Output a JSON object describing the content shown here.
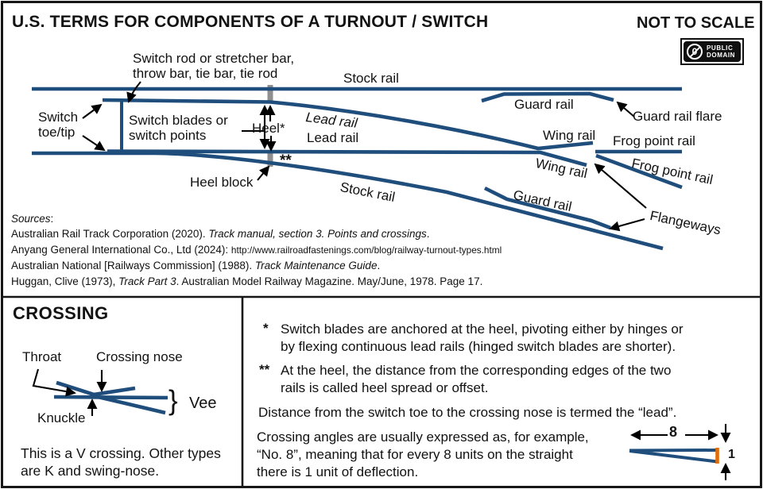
{
  "header": {
    "title": "U.S. TERMS FOR COMPONENTS OF A TURNOUT / SWITCH",
    "scale_note": "NOT TO SCALE",
    "badge": {
      "symbol": "0",
      "line1": "PUBLIC",
      "line2": "DOMAIN"
    }
  },
  "colors": {
    "rail": "#1f4e7c",
    "heel_block": "#8f8f8f",
    "deflection_unit": "#e36c09",
    "arrow": "#000000"
  },
  "turnout": {
    "labels": {
      "switch_rod": "Switch rod or stretcher bar,\nthrow bar, tie bar, tie rod",
      "stock_rail_top": "Stock rail",
      "switch_toe": "Switch\ntoe/tip",
      "switch_blades": "Switch blades or\nswitch points",
      "heel": "Heel*",
      "lead_rail_diverging": "Lead rail",
      "lead_rail_straight": "Lead rail",
      "heel_block": "Heel block",
      "heel_spread_marker": "**",
      "stock_rail_diverging": "Stock rail",
      "guard_rail_top": "Guard rail",
      "guard_rail_flare": "Guard rail flare",
      "wing_rail_upper": "Wing rail",
      "frog_point_rail_upper": "Frog point rail",
      "wing_rail_lower": "Wing rail",
      "frog_point_rail_lower": "Frog point rail",
      "guard_rail_lower": "Guard rail",
      "flangeways": "Flangeways"
    }
  },
  "sources": {
    "heading": "Sources",
    "heading_colon": ":",
    "line1": {
      "pre": "Australian Rail Track Corporation (2020). ",
      "em": "Track manual, section 3. Points and crossings",
      "post": "."
    },
    "line2": {
      "pre": "Anyang General International Co., Ltd (2024): ",
      "url": "http://www.railroadfastenings.com/blog/railway-turnout-types.html"
    },
    "line3": {
      "pre": "Australian National [Railways Commission] (1988). ",
      "em": "Track Maintenance Guide",
      "post": "."
    },
    "line4": {
      "pre": "Huggan, Clive (1973), ",
      "em": "Track Part 3",
      "post": ". Australian Model Railway Magazine. May/June, 1978. Page 17."
    }
  },
  "crossing": {
    "heading": "CROSSING",
    "labels": {
      "throat": "Throat",
      "nose": "Crossing nose",
      "knuckle": "Knuckle",
      "brace": "}",
      "vee": "Vee"
    },
    "caption": "This is a V crossing. Other types\nare K and swing-nose."
  },
  "notes": {
    "note1_marker": "*",
    "note1": "Switch blades are anchored at the heel, pivoting either by hinges or\nby flexing continuous lead rails (hinged switch blades are shorter).",
    "note2_marker": "**",
    "note2": "At the heel, the distance from the corresponding edges of the two\nrails is called heel spread or offset.",
    "note3": "Distance from the switch toe to the crossing nose is termed the “lead”.",
    "note4": "Crossing angles are usually expressed as, for example,\n“No. 8”, meaning that for every 8 units on the straight\nthere is 1 unit of deflection.",
    "angle_diagram": {
      "run_label": "8",
      "rise_label": "1"
    }
  }
}
